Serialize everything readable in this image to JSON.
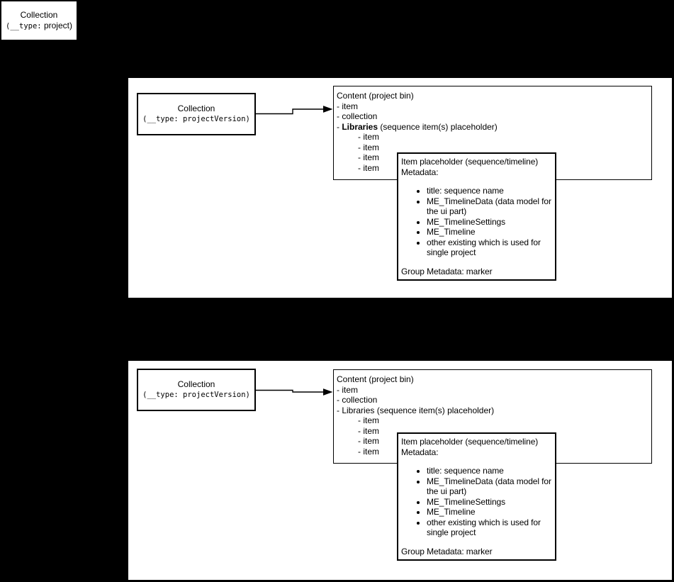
{
  "page": {
    "background": "#000000",
    "panel_background": "#ffffff",
    "stroke_color": "#000000",
    "text_color": "#000000"
  },
  "root_box": {
    "title": "Collection",
    "type_mono": "(__type:",
    "type_rest": " project)"
  },
  "sections": [
    {
      "collection_box": {
        "title": "Collection",
        "type_line": "(__type: projectVersion)"
      },
      "content_box": {
        "title": "Content (project bin)",
        "item_1": "- item",
        "item_2": "- collection",
        "lib_prefix": "- ",
        "lib_name": "Libraries",
        "lib_suffix": " (sequence item(s) placeholder)",
        "lib_bold": true,
        "sub_items": [
          "- item",
          "- item",
          "- item",
          "- item"
        ]
      },
      "item_box": {
        "title": "Item placeholder (sequence/timeline)",
        "subtitle": "Metadata:",
        "bullets": [
          "title: sequence name",
          "ME_TimelineData (data model for the ui part)",
          "ME_TimelineSettings",
          "ME_Timeline",
          "other existing which is used for single project"
        ],
        "footer": "Group Metadata: marker"
      }
    },
    {
      "collection_box": {
        "title": "Collection",
        "type_line": "(__type: projectVersion)"
      },
      "content_box": {
        "title": "Content (project bin)",
        "item_1": "- item",
        "item_2": "- collection",
        "lib_prefix": "- ",
        "lib_name": "Libraries",
        "lib_suffix": " (sequence item(s) placeholder)",
        "lib_bold": false,
        "sub_items": [
          "- item",
          "- item",
          "- item",
          "- item"
        ]
      },
      "item_box": {
        "title": "Item placeholder (sequence/timeline)",
        "subtitle": "Metadata:",
        "bullets": [
          "title: sequence name",
          "ME_TimelineData (data model for the ui part)",
          "ME_TimelineSettings",
          "ME_Timeline",
          "other existing which is used for single project"
        ],
        "footer": "Group Metadata: marker"
      }
    }
  ]
}
